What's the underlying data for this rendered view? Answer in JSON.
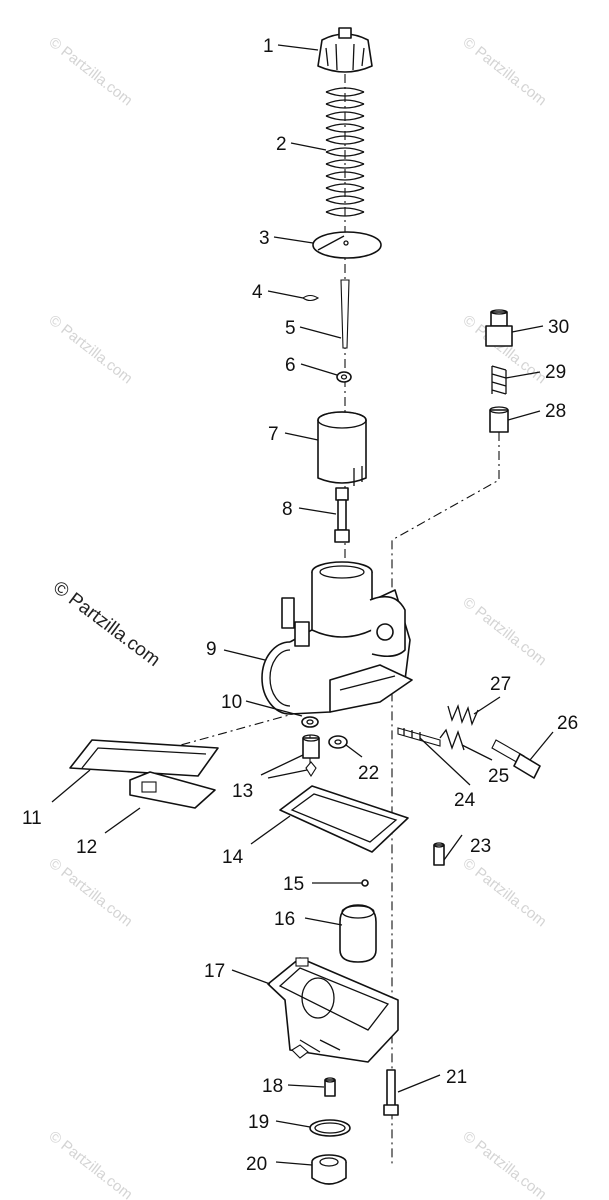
{
  "watermark": {
    "small_text": "© Partzilla.com",
    "large_text": "© Partzilla.com"
  },
  "callouts": [
    {
      "number": "1",
      "part": "cap"
    },
    {
      "number": "2",
      "part": "spring"
    },
    {
      "number": "3",
      "part": "plate"
    },
    {
      "number": "4",
      "part": "clip"
    },
    {
      "number": "5",
      "part": "jet-needle"
    },
    {
      "number": "6",
      "part": "washer"
    },
    {
      "number": "7",
      "part": "throttle-valve"
    },
    {
      "number": "8",
      "part": "needle-jet"
    },
    {
      "number": "9",
      "part": "carburetor-body"
    },
    {
      "number": "10",
      "part": "washer"
    },
    {
      "number": "11",
      "part": "gasket"
    },
    {
      "number": "12",
      "part": "plate"
    },
    {
      "number": "13",
      "part": "valve-seat"
    },
    {
      "number": "14",
      "part": "float-bowl-gasket"
    },
    {
      "number": "15",
      "part": "pin"
    },
    {
      "number": "16",
      "part": "float"
    },
    {
      "number": "17",
      "part": "float-bowl"
    },
    {
      "number": "18",
      "part": "main-jet"
    },
    {
      "number": "19",
      "part": "o-ring"
    },
    {
      "number": "20",
      "part": "drain-plug"
    },
    {
      "number": "21",
      "part": "screw"
    },
    {
      "number": "22",
      "part": "washer"
    },
    {
      "number": "23",
      "part": "pilot-jet"
    },
    {
      "number": "24",
      "part": "pilot-screw"
    },
    {
      "number": "25",
      "part": "spring"
    },
    {
      "number": "26",
      "part": "idle-screw"
    },
    {
      "number": "27",
      "part": "spring"
    },
    {
      "number": "28",
      "part": "plunger"
    },
    {
      "number": "29",
      "part": "spring"
    },
    {
      "number": "30",
      "part": "choke-nut"
    }
  ]
}
